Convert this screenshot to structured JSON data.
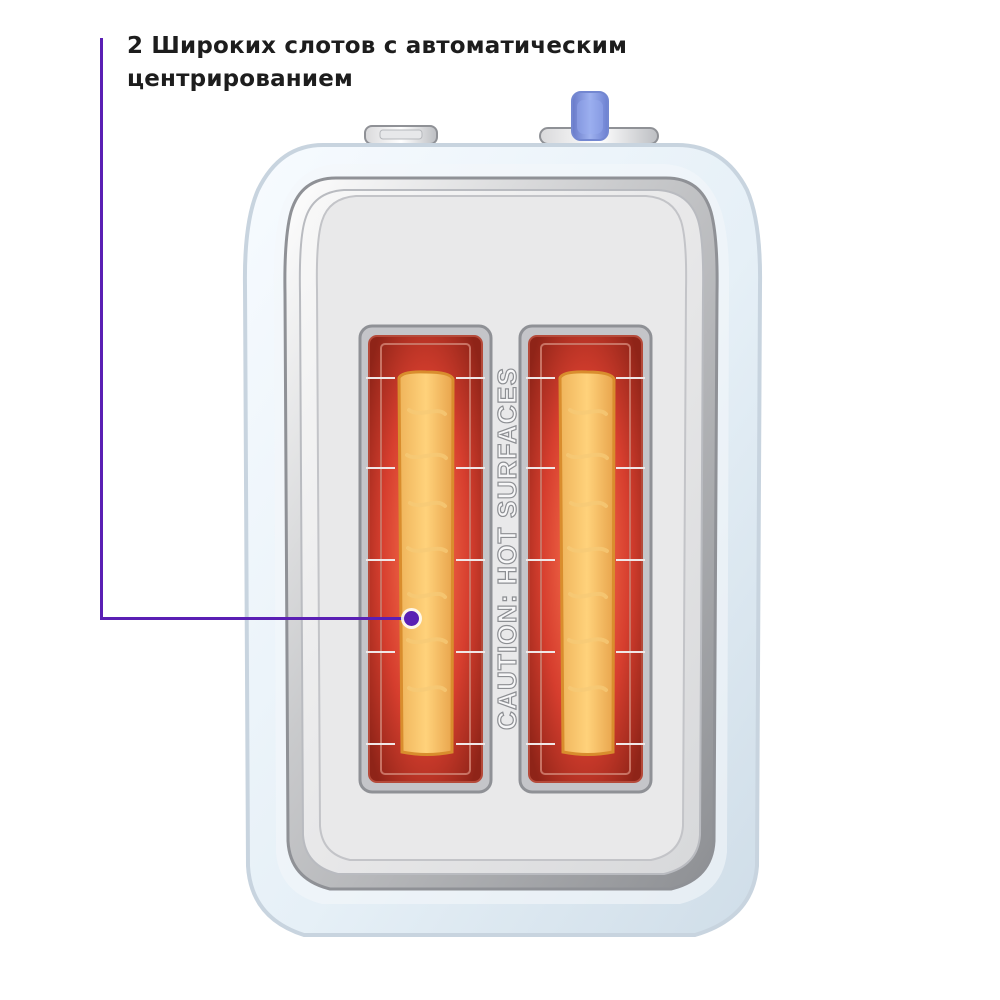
{
  "caption": {
    "line1": "2 Широких слотов с автоматическим",
    "line2": "центрированием"
  },
  "toaster": {
    "warning_text": "CAUTION: HOT SURFACES",
    "colors": {
      "body": "#e9f1f7",
      "body_shadow": "#cfdce7",
      "panel": "#e7e7e8",
      "slot_glow": "#d34a34",
      "slot_deep": "#8f2418",
      "bread": "#f0b55a",
      "bread_crust": "#d98d2d",
      "knob": "#7f93d8",
      "accent": "#5a1fb4"
    }
  },
  "icons": {
    "callout_marker": "callout-dot-icon",
    "bread_slot_left": "bread-slice-icon",
    "bread_slot_right": "bread-slice-icon"
  }
}
